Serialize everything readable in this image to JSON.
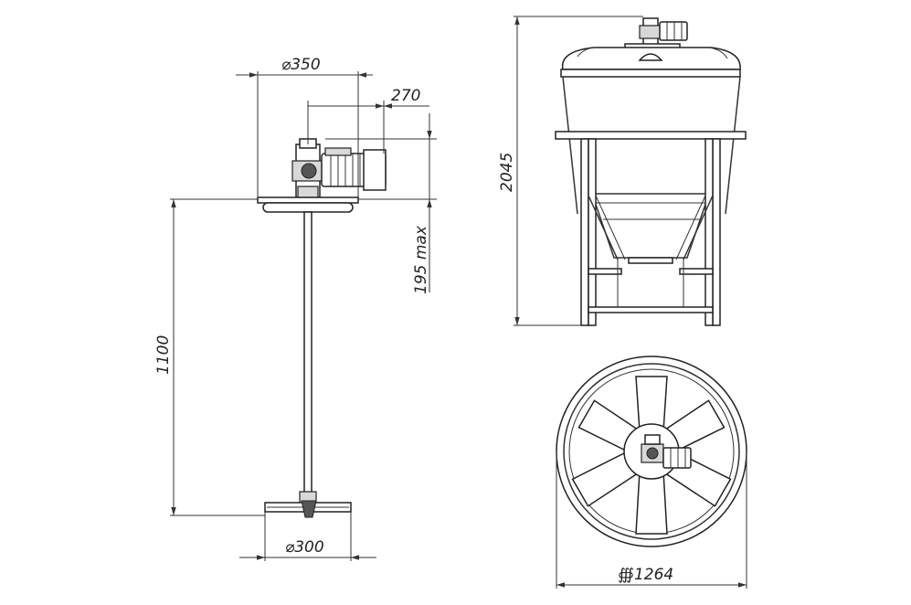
{
  "dimensions": {
    "flange_diameter": "⌀350",
    "motor_offset": "270",
    "clearance": "195 max",
    "shaft_length": "1100",
    "impeller_diameter": "⌀300",
    "tank_height": "2045",
    "tank_diameter": "∰1264"
  },
  "colors": {
    "line": "#333333",
    "background": "#ffffff"
  }
}
